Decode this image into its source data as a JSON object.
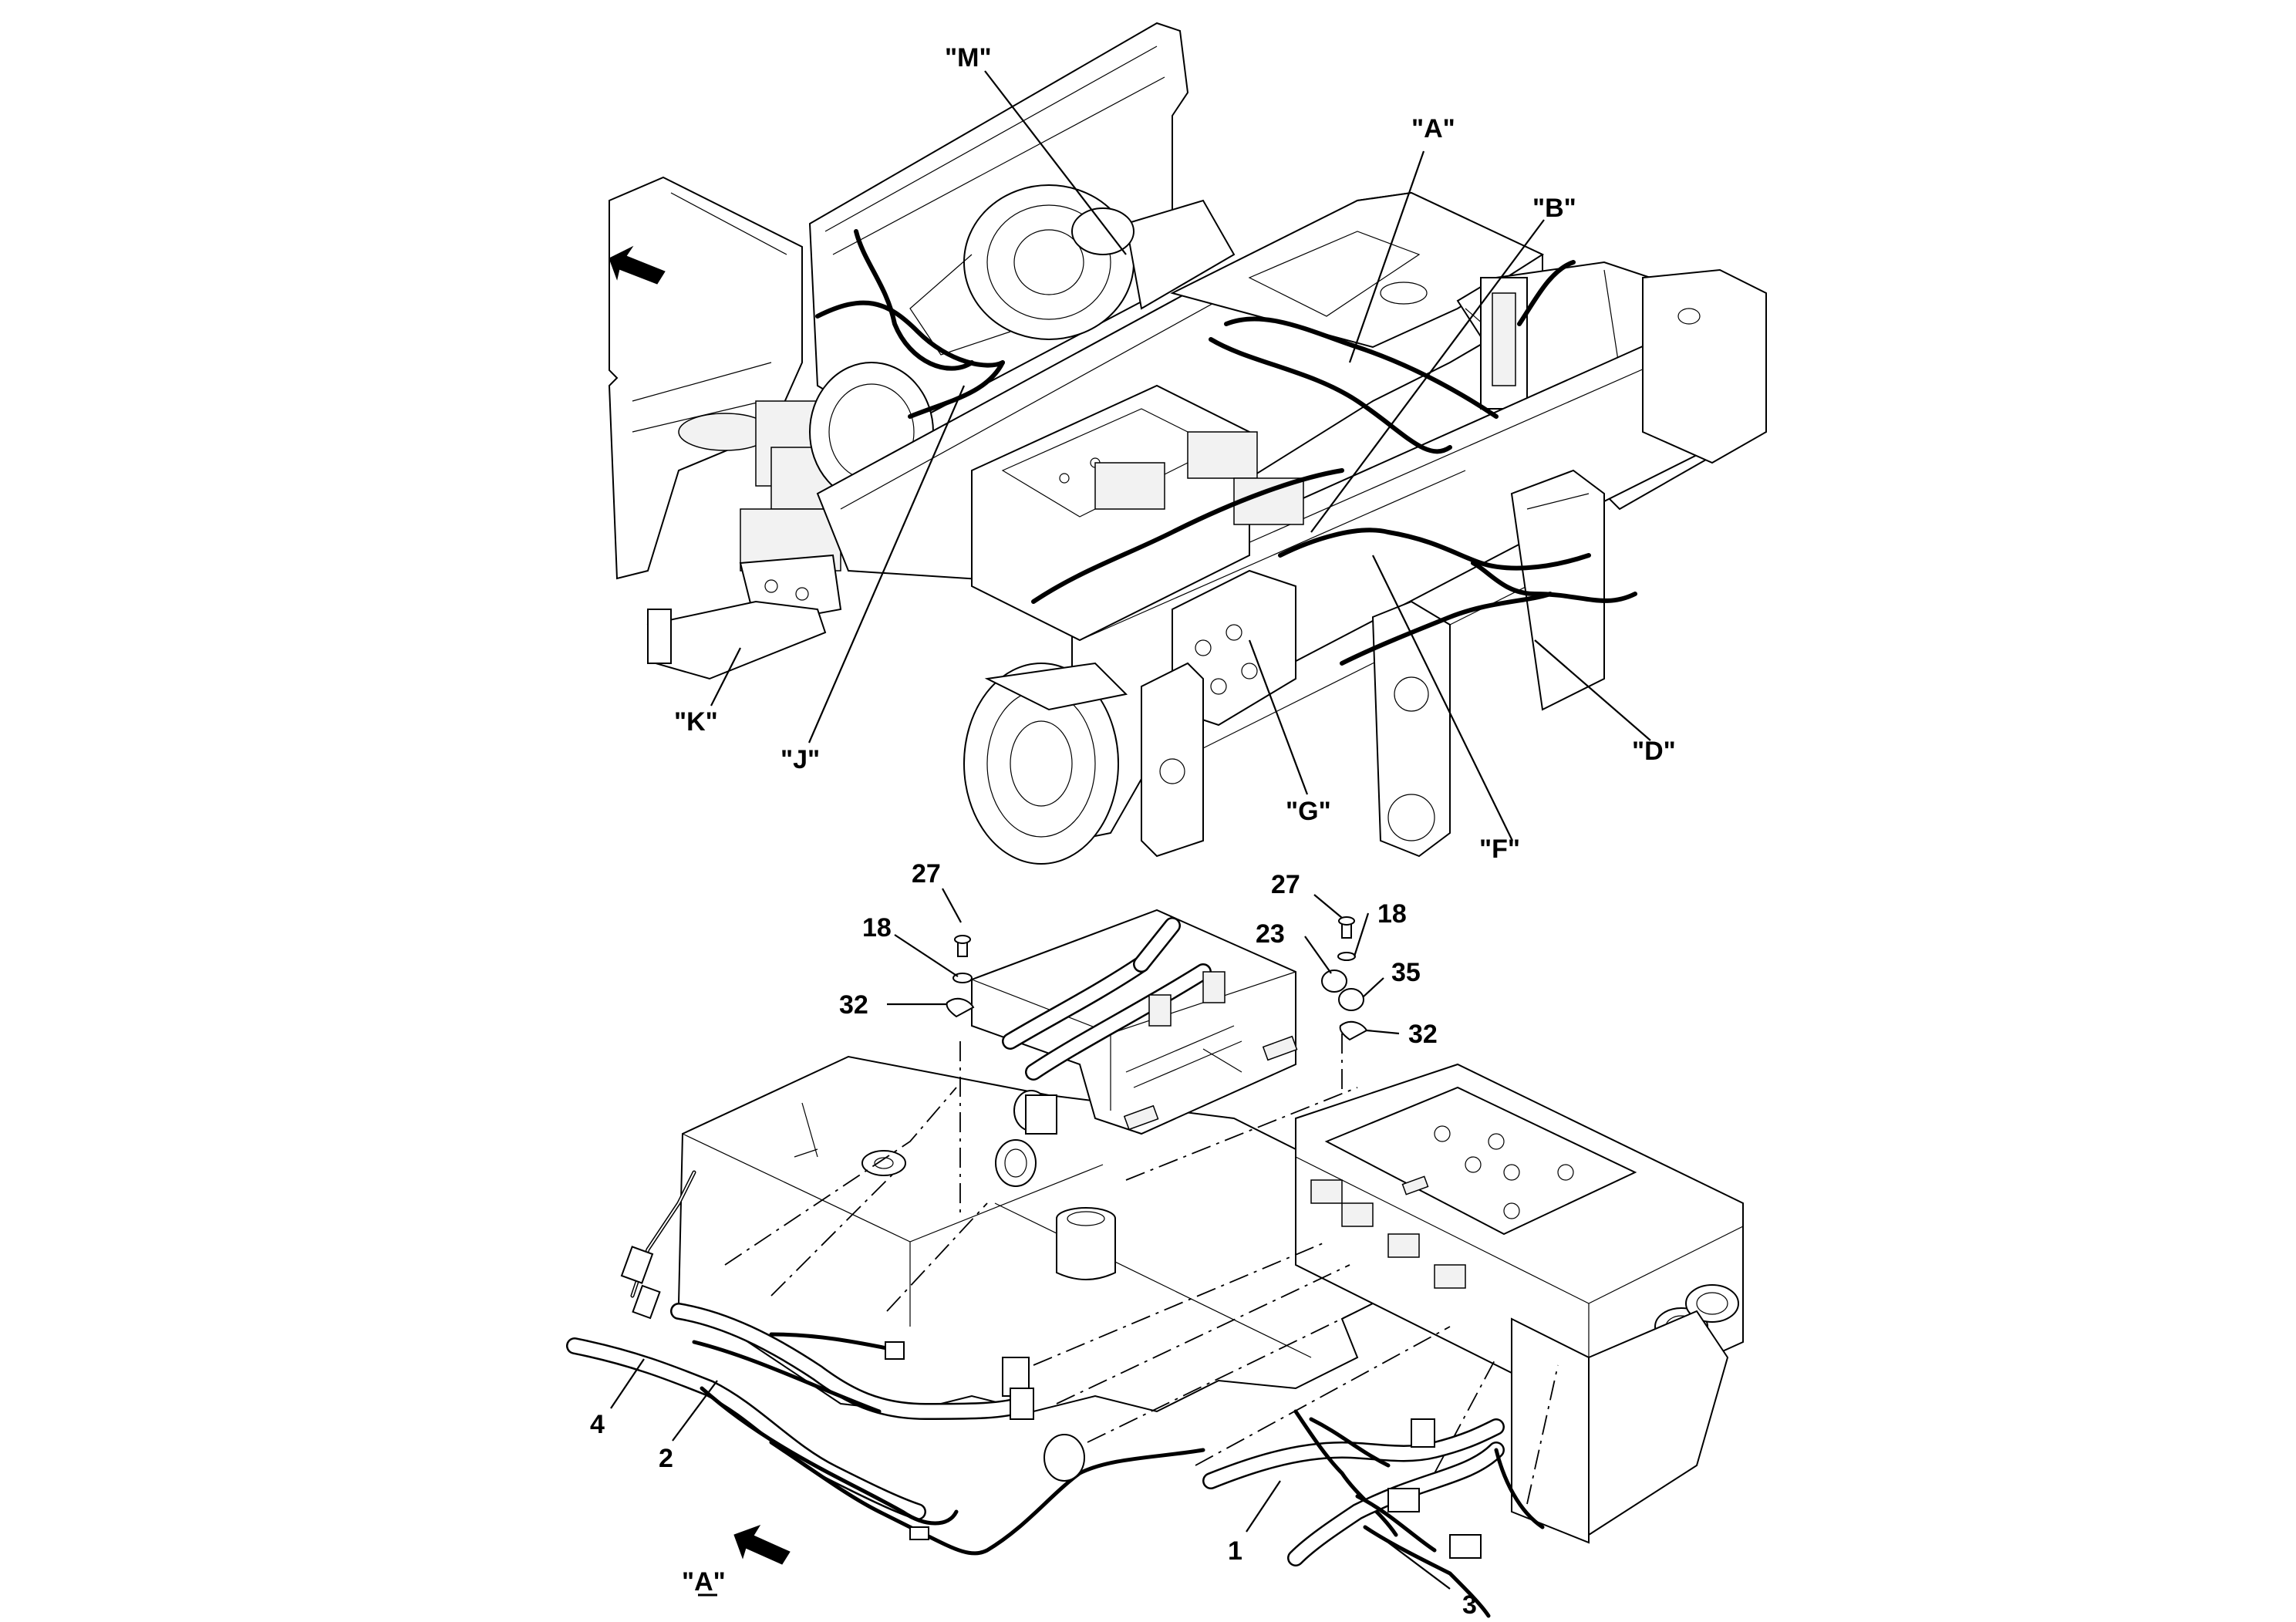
{
  "upper_view": {
    "callouts": [
      "\"M\"",
      "\"A\"",
      "\"B\"",
      "\"K\"",
      "\"J\"",
      "\"G\"",
      "\"F\"",
      "\"D\""
    ]
  },
  "detail_view": {
    "part_numbers_left": [
      "27",
      "18",
      "32"
    ],
    "part_numbers_right": [
      "27",
      "18",
      "23",
      "35",
      "32"
    ],
    "item_numbers": [
      "4",
      "2",
      "1",
      "3"
    ],
    "view_label": "\"A\""
  },
  "icons": [
    "direction-arrow-icon",
    "direction-arrow-icon"
  ]
}
